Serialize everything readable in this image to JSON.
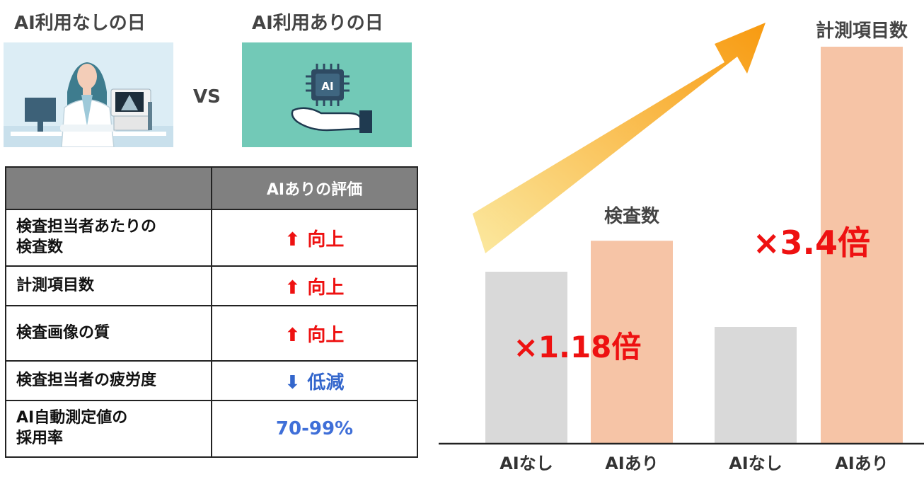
{
  "headings": {
    "left": "AI利用なしの日",
    "right": "AI利用ありの日",
    "vs": "VS"
  },
  "illustrations": {
    "left": "doctor-with-ultrasound-illustration",
    "right": "ai-chip-on-hand-illustration",
    "chip_label": "AI"
  },
  "table": {
    "header": [
      "",
      "AIありの評価"
    ],
    "rows": [
      {
        "label": "検査担当者あたりの\n検査数",
        "value": "向上",
        "direction": "up"
      },
      {
        "label": "計測項目数",
        "value": "向上",
        "direction": "up"
      },
      {
        "label": "検査画像の質",
        "value": "向上",
        "direction": "up"
      },
      {
        "label": "検査担当者の疲労度",
        "value": "低減",
        "direction": "down"
      },
      {
        "label": "AI自動測定値の\n採用率",
        "value": "70-99%",
        "direction": "none"
      }
    ],
    "colors": {
      "up": "#ee1111",
      "down": "#3366cc",
      "none": "#3f6fd8"
    }
  },
  "chart_data": {
    "type": "bar",
    "categories": [
      "AIなし",
      "AIあり",
      "AIなし",
      "AIあり"
    ],
    "groups": [
      {
        "name": "検査数",
        "values": [
          1.0,
          1.18
        ],
        "ratio_label": "×1.18倍"
      },
      {
        "name": "計測項目数",
        "values": [
          1.0,
          3.4
        ],
        "ratio_label": "×3.4倍"
      }
    ],
    "colors": {
      "without_ai": "#d9d9d9",
      "with_ai": "#f6c4a6",
      "ratio_text": "#ee1111",
      "arrow_start": "#fbe9a0",
      "arrow_end": "#f89a10"
    },
    "ylim": [
      0,
      3.5
    ]
  }
}
